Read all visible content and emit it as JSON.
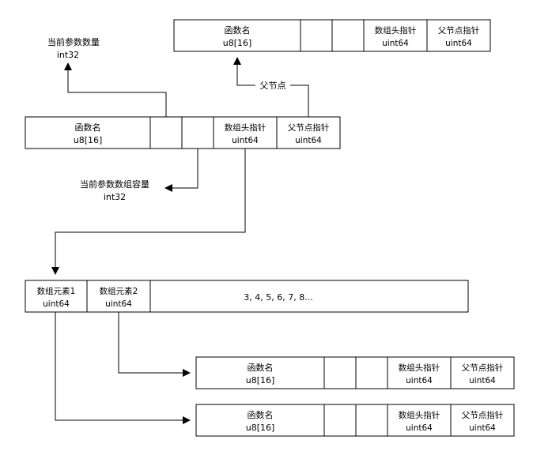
{
  "struct_fields": {
    "name": "函数名",
    "name_type": "u8[16]",
    "array_head": "数组头指针",
    "array_head_type": "uint64",
    "parent": "父节点指针",
    "parent_type": "uint64"
  },
  "labels": {
    "param_count": "当前参数数量",
    "param_count_type": "int32",
    "array_capacity": "当前参数数组容量",
    "array_capacity_type": "int32",
    "parent_node": "父节点"
  },
  "array": {
    "elem1": "数组元素1",
    "elem1_type": "uint64",
    "elem2": "数组元素2",
    "elem2_type": "uint64",
    "rest": "3, 4, 5, 6, 7, 8..."
  }
}
